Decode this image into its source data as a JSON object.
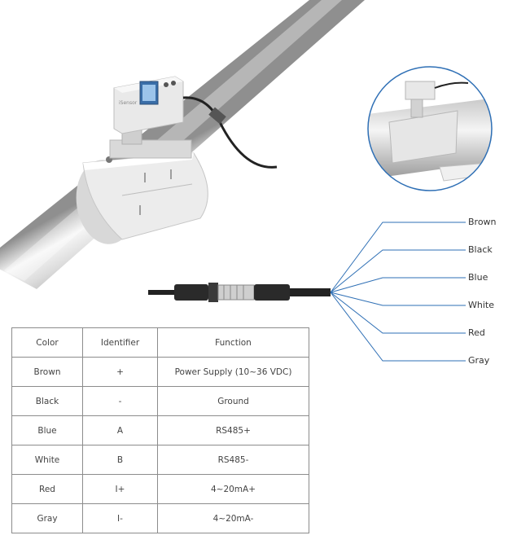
{
  "meter_panel": {
    "brand_text": "iSensor"
  },
  "wires": [
    {
      "label": "Brown"
    },
    {
      "label": "Black"
    },
    {
      "label": "Blue"
    },
    {
      "label": "White"
    },
    {
      "label": "Red"
    },
    {
      "label": "Gray"
    }
  ],
  "colors": {
    "wire_line": "#2e6fb5",
    "table_border": "#8c8c8c",
    "text": "#444444",
    "pipe_light": "#f4f4f4",
    "pipe_dark": "#9a9a9a"
  },
  "table": {
    "headers": [
      "Color",
      "Identifier",
      "Function"
    ],
    "rows": [
      {
        "color": "Brown",
        "identifier": "+",
        "function": "Power Supply (10~36 VDC)"
      },
      {
        "color": "Black",
        "identifier": "-",
        "function": "Ground"
      },
      {
        "color": "Blue",
        "identifier": "A",
        "function": "RS485+"
      },
      {
        "color": "White",
        "identifier": "B",
        "function": "RS485-"
      },
      {
        "color": "Red",
        "identifier": "I+",
        "function": "4~20mA+"
      },
      {
        "color": "Gray",
        "identifier": "I-",
        "function": "4~20mA-"
      }
    ]
  }
}
